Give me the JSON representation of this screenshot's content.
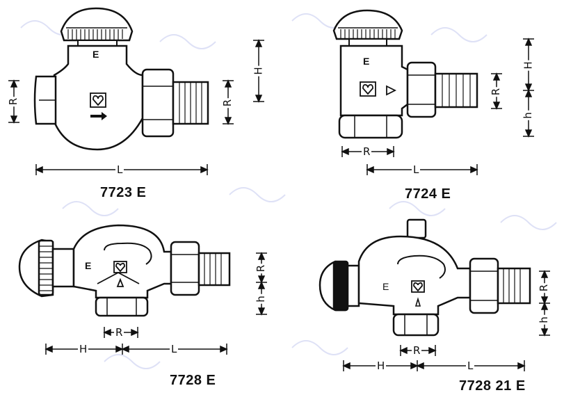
{
  "figures": [
    {
      "id": "7723",
      "caption": "7723 E",
      "body_mark": "E",
      "dims": {
        "R_left": "R",
        "R_right": "R",
        "H": "H",
        "L": "L"
      }
    },
    {
      "id": "7724",
      "caption": "7724 E",
      "body_mark": "E",
      "dims": {
        "R_bottom": "R",
        "H": "H",
        "R_side": "R",
        "h": "h",
        "L": "L"
      }
    },
    {
      "id": "7728",
      "caption": "7728 E",
      "body_mark": "E",
      "dims": {
        "R_side": "R",
        "h": "h",
        "R_bottom": "R",
        "H": "H",
        "L": "L"
      }
    },
    {
      "id": "772821",
      "caption": "7728 21 E",
      "body_mark": "E",
      "dims": {
        "R_side": "R",
        "h": "h",
        "R_bottom": "R",
        "H": "H",
        "L": "L"
      }
    }
  ],
  "colors": {
    "ink": "#111111",
    "paper": "#ffffff",
    "watermark": "#c8cdf0"
  }
}
